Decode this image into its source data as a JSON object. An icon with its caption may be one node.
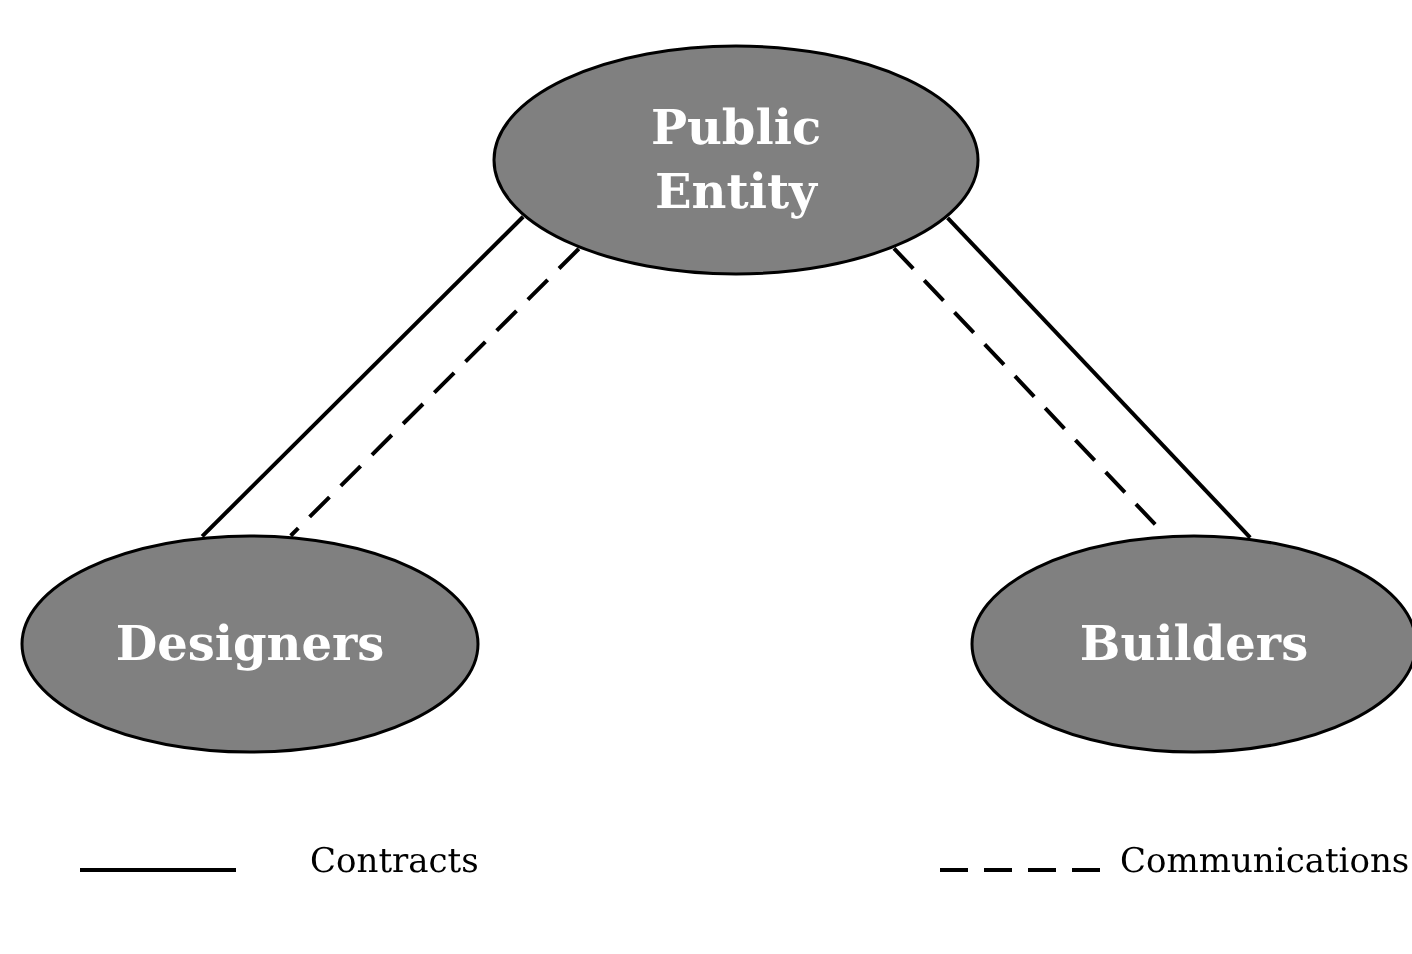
{
  "diagram": {
    "nodes": [
      {
        "text": [
          "Public Entity"
        ]
      },
      {
        "text": [
          "Designers"
        ]
      },
      {
        "text": [
          "Builders"
        ]
      }
    ],
    "edges": [
      {
        "from": 0,
        "to": 1,
        "arrow": "none"
      },
      {
        "from": 0,
        "to": 1,
        "arrow": "none",
        "style": "dashed"
      },
      {
        "from": 0,
        "to": 2,
        "arrow": "none"
      },
      {
        "from": 0,
        "to": 2,
        "arrow": "none",
        "style": "dashed"
      }
    ],
    "legend": [
      {
        "text": "Contracts"
      },
      {
        "text": "Communications"
      }
    ]
  }
}
